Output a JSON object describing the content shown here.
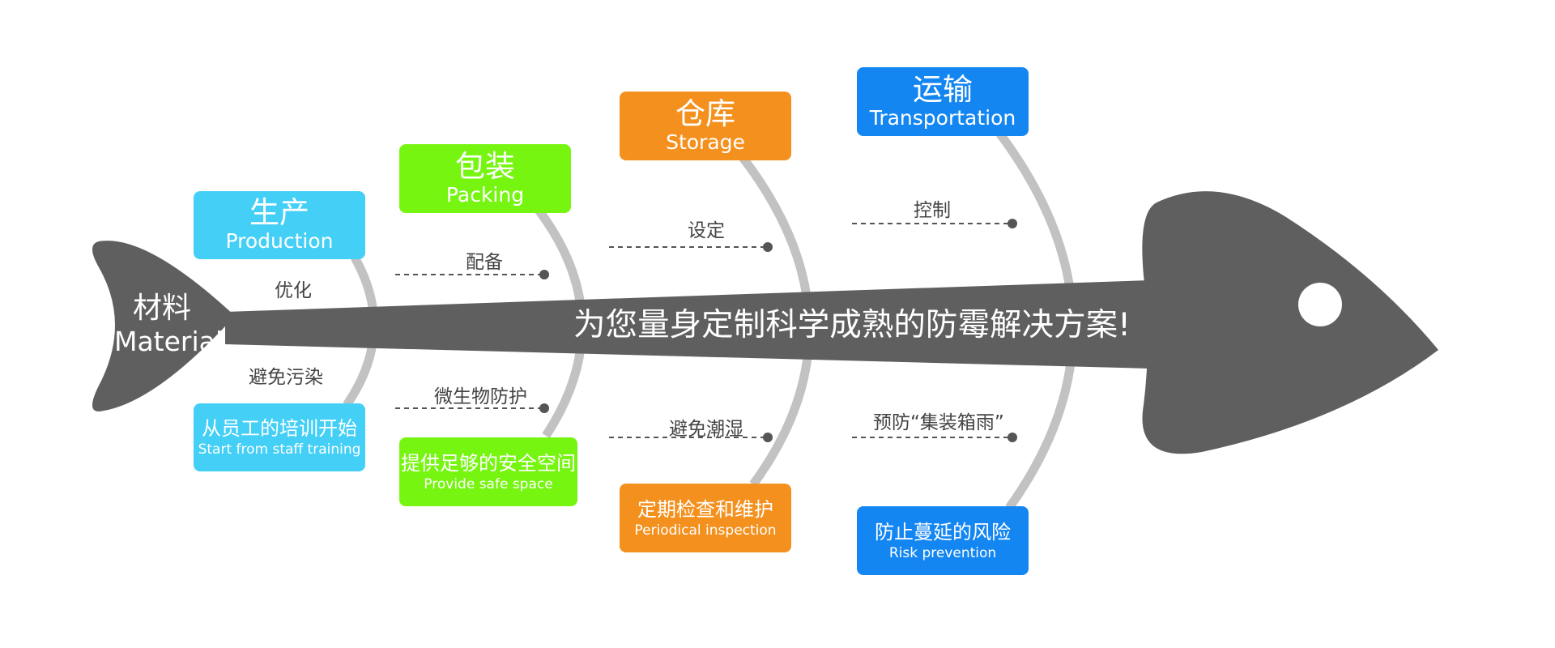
{
  "colors": {
    "fish": "#5f5f5f",
    "bone": "#c2c2c2",
    "production": "#44cff6",
    "packing": "#76f510",
    "storage": "#f4911e",
    "transportation": "#1486f2",
    "label": "#444444",
    "dash": "#555555"
  },
  "tail": {
    "zh": "材料",
    "en": "Material"
  },
  "slogan": "为您量身定制科学成熟的防霉解决方案!",
  "categories": [
    {
      "key": "production",
      "top": {
        "zh": "生产",
        "en": "Production"
      },
      "bottom": {
        "zh": "从员工的培训开始",
        "en": "Start from staff training"
      },
      "upper_label": "优化",
      "lower_label": "避免污染"
    },
    {
      "key": "packing",
      "top": {
        "zh": "包装",
        "en": "Packing"
      },
      "bottom": {
        "zh": "提供足够的安全空间",
        "en": "Provide safe space"
      },
      "upper_label": "配备",
      "lower_label": "微生物防护"
    },
    {
      "key": "storage",
      "top": {
        "zh": "仓库",
        "en": "Storage"
      },
      "bottom": {
        "zh": "定期检查和维护",
        "en": "Periodical inspection"
      },
      "upper_label": "设定",
      "lower_label": "避免潮湿"
    },
    {
      "key": "transportation",
      "top": {
        "zh": "运输",
        "en": "Transportation"
      },
      "bottom": {
        "zh": "防止蔓延的风险",
        "en": "Risk prevention"
      },
      "upper_label": "控制",
      "lower_label": "预防“集装箱雨”"
    }
  ]
}
